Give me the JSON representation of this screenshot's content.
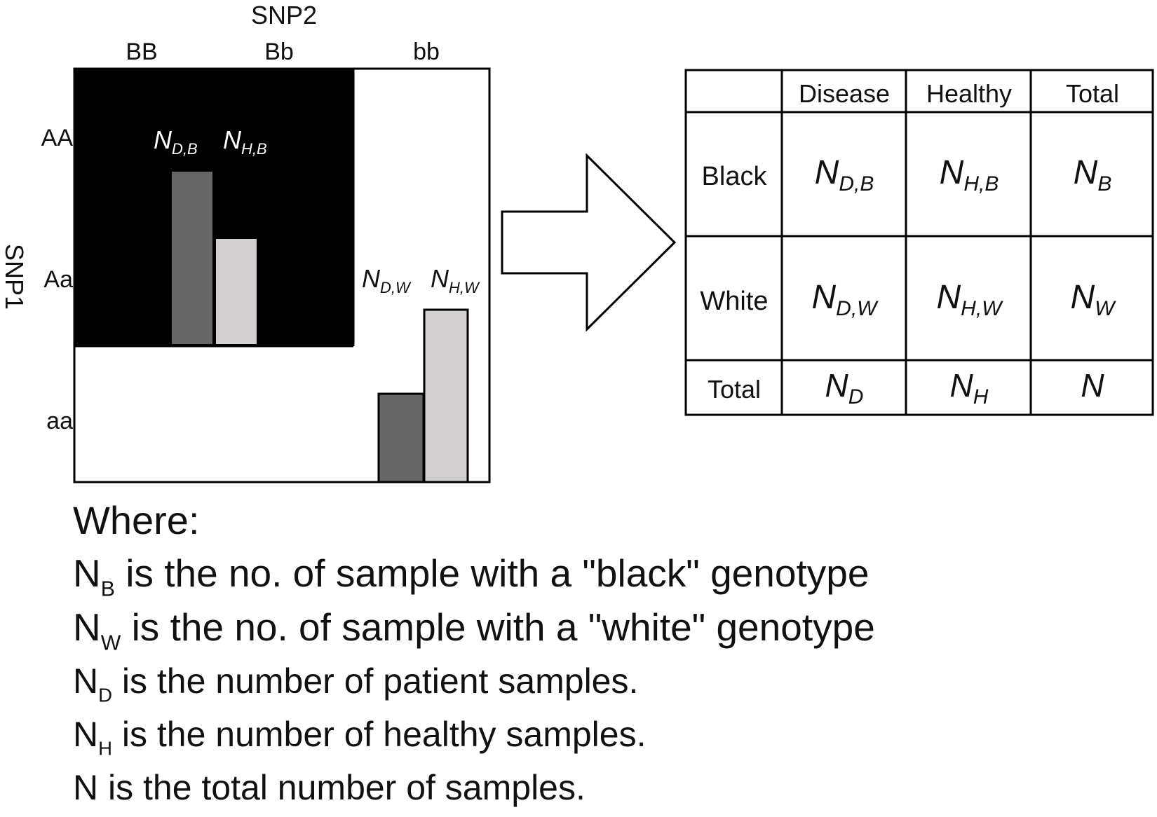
{
  "grid": {
    "snp2_label": "SNP2",
    "snp1_label": "SNP1",
    "col_labels": [
      "BB",
      "Bb",
      "bb"
    ],
    "row_labels": [
      "AA",
      "Aa",
      "aa"
    ]
  },
  "bar_labels": {
    "black": {
      "disease": {
        "main": "N",
        "sub": "D,B"
      },
      "healthy": {
        "main": "N",
        "sub": "H,B"
      }
    },
    "white": {
      "disease": {
        "main": "N",
        "sub": "D,W"
      },
      "healthy": {
        "main": "N",
        "sub": "H,W"
      }
    }
  },
  "bars": {
    "black": {
      "disease": 0.82,
      "healthy": 0.5
    },
    "white": {
      "disease": 0.42,
      "healthy": 0.82
    }
  },
  "colors": {
    "black_region": "#000000",
    "disease_bar": "#666666",
    "healthy_bar": "#d1cfcf",
    "border": "#000000"
  },
  "table": {
    "headers": [
      "",
      "Disease",
      "Healthy",
      "Total"
    ],
    "rows": [
      {
        "label": "Black",
        "cells": [
          {
            "main": "N",
            "sub": "D,B"
          },
          {
            "main": "N",
            "sub": "H,B"
          },
          {
            "main": "N",
            "sub": "B"
          }
        ]
      },
      {
        "label": "White",
        "cells": [
          {
            "main": "N",
            "sub": "D,W"
          },
          {
            "main": "N",
            "sub": "H,W"
          },
          {
            "main": "N",
            "sub": "W"
          }
        ]
      },
      {
        "label": "Total",
        "cells": [
          {
            "main": "N",
            "sub": "D"
          },
          {
            "main": "N",
            "sub": "H"
          },
          {
            "main": "N",
            "sub": ""
          }
        ]
      }
    ]
  },
  "legend": {
    "heading": "Where:",
    "items": [
      {
        "sym": "N",
        "sub": "B",
        "text": " is the no. of sample with a \"black\" genotype"
      },
      {
        "sym": "N",
        "sub": "W",
        "text": " is the no. of sample with a \"white\" genotype"
      },
      {
        "sym": "N",
        "sub": "D",
        "text": " is the number of patient samples."
      },
      {
        "sym": "N",
        "sub": "H",
        "text": " is the number of healthy samples."
      },
      {
        "sym": "N",
        "sub": "",
        "text": " is the total number of samples."
      }
    ]
  }
}
